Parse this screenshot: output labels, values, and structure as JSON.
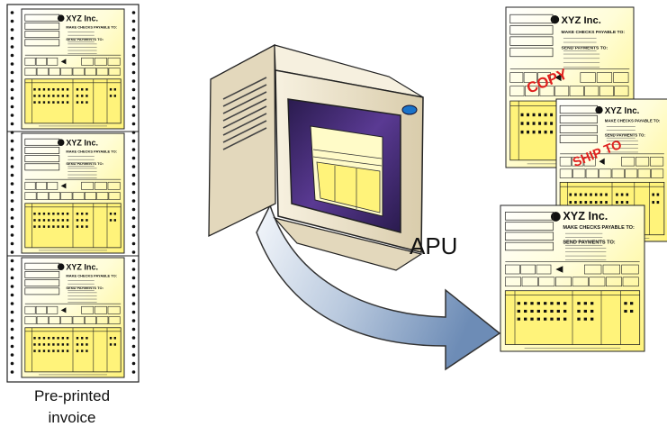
{
  "captions": {
    "preprinted_line1": "Pre-printed",
    "preprinted_line2": "invoice",
    "apu": "APU"
  },
  "invoice": {
    "company": "XYZ Inc.",
    "make_checks": "MAKE CHECKS PAYABLE TO:",
    "send_payments": "SEND PAYMENTS TO:"
  },
  "stamps": {
    "copy": "COPY",
    "ship_to": "SHIP TO"
  },
  "colors": {
    "invoice_fill": "#fff9a8",
    "invoice_fill_light": "#fffbc8",
    "stamp": "#e0201e",
    "arrow_light": "#e8eef6",
    "arrow_dark": "#6f8fb8",
    "monitor_body": "#efe6cf",
    "screen_purple": "#4a2f7d"
  }
}
